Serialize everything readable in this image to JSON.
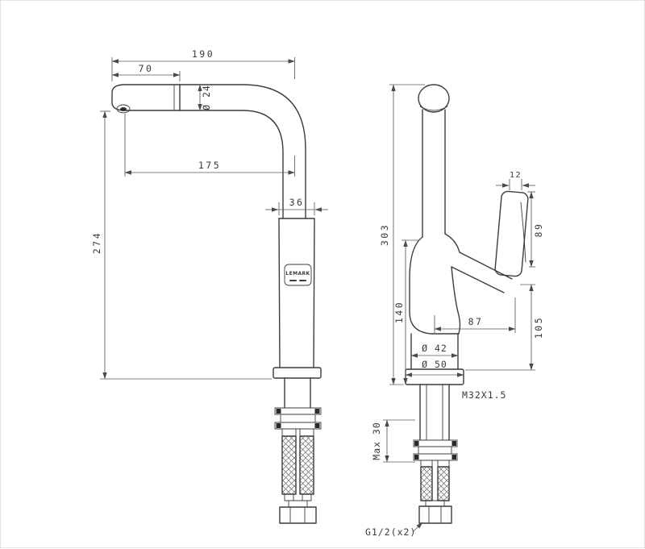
{
  "colors": {
    "background": "#ffffff",
    "line": "#3c3c3c",
    "dimension": "#5a5a5a"
  },
  "left_view": {
    "logo": "LEMARK",
    "dims": {
      "overall_width": "190",
      "spout_head_length": "70",
      "spout_diameter": "Ø 24",
      "spout_reach": "175",
      "body_width": "36",
      "spout_height": "274"
    }
  },
  "right_view": {
    "dims": {
      "handle_top_width": "12",
      "overall_height": "303",
      "handle_length": "89",
      "body_height": "140",
      "handle_offset": "87",
      "handle_drop": "105",
      "body_diameter": "Ø 42",
      "base_diameter": "Ø 50",
      "mounting_thread": "M32X1.5",
      "max_deck_thickness": "Max 30",
      "hose_connection": "G1/2(x2)"
    }
  }
}
